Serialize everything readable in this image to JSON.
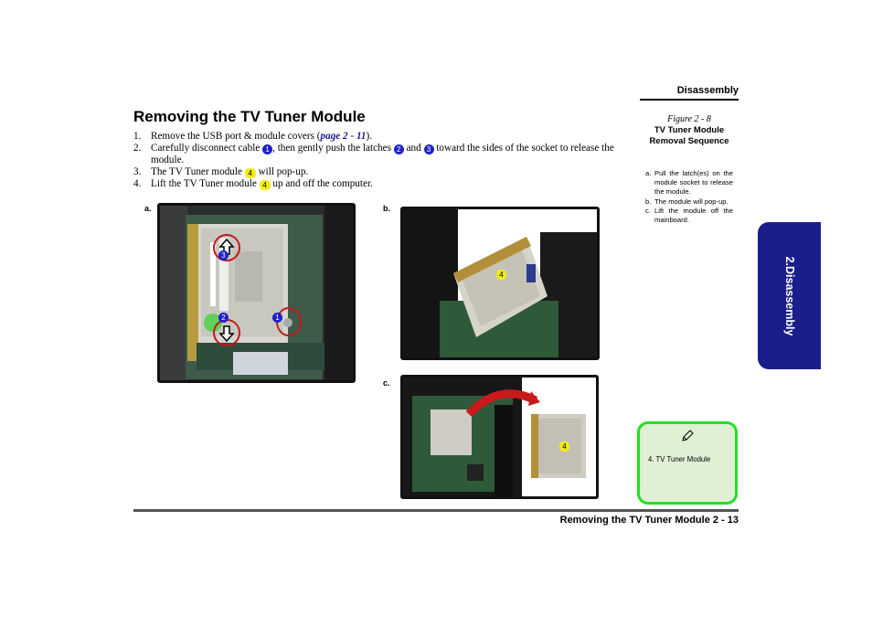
{
  "header": {
    "section": "Disassembly"
  },
  "title": "Removing the TV Tuner Module",
  "steps": [
    {
      "num": "1.",
      "a": "Remove the USB port & module covers (",
      "link": "page 2 - 11",
      "b": ")."
    },
    {
      "num": "2.",
      "a": "Carefully disconnect cable ",
      "i1": "1",
      "b": ", then gently push the latches ",
      "i2": "2",
      "c": " and ",
      "i3": "3",
      "d": " toward the sides of the socket to release the module."
    },
    {
      "num": "3.",
      "a": "The TV Tuner module ",
      "i1": "4",
      "b": " will pop-up."
    },
    {
      "num": "4.",
      "a": "Lift the TV Tuner module ",
      "i1": "4",
      "b": " up and off the computer."
    }
  ],
  "photos": {
    "a": {
      "label": "a.",
      "badges": [
        "3",
        "2",
        "1"
      ]
    },
    "b": {
      "label": "b.",
      "badges": [
        "4"
      ]
    },
    "c": {
      "label": "c.",
      "badges": [
        "4"
      ]
    }
  },
  "figure": {
    "number": "Figure 2 - 8",
    "title": "TV Tuner Module Removal Sequence",
    "items": [
      {
        "n": "a.",
        "text": "Pull the latch(es) on the module socket to release the module."
      },
      {
        "n": "b.",
        "text": "The module will pop-up."
      },
      {
        "n": "c.",
        "text": "Lift the module off the mainboard."
      }
    ]
  },
  "sidetab": "2.Disassembly",
  "note": {
    "icon": "pencil-icon",
    "text": "4.   TV Tuner Module"
  },
  "footer": "Removing the TV Tuner Module  2  -  13",
  "colors": {
    "accent": "#1b1e8a",
    "note_border": "#21e021",
    "badge_blue": "#1f22c8",
    "badge_yellow": "#f2ea1c"
  }
}
